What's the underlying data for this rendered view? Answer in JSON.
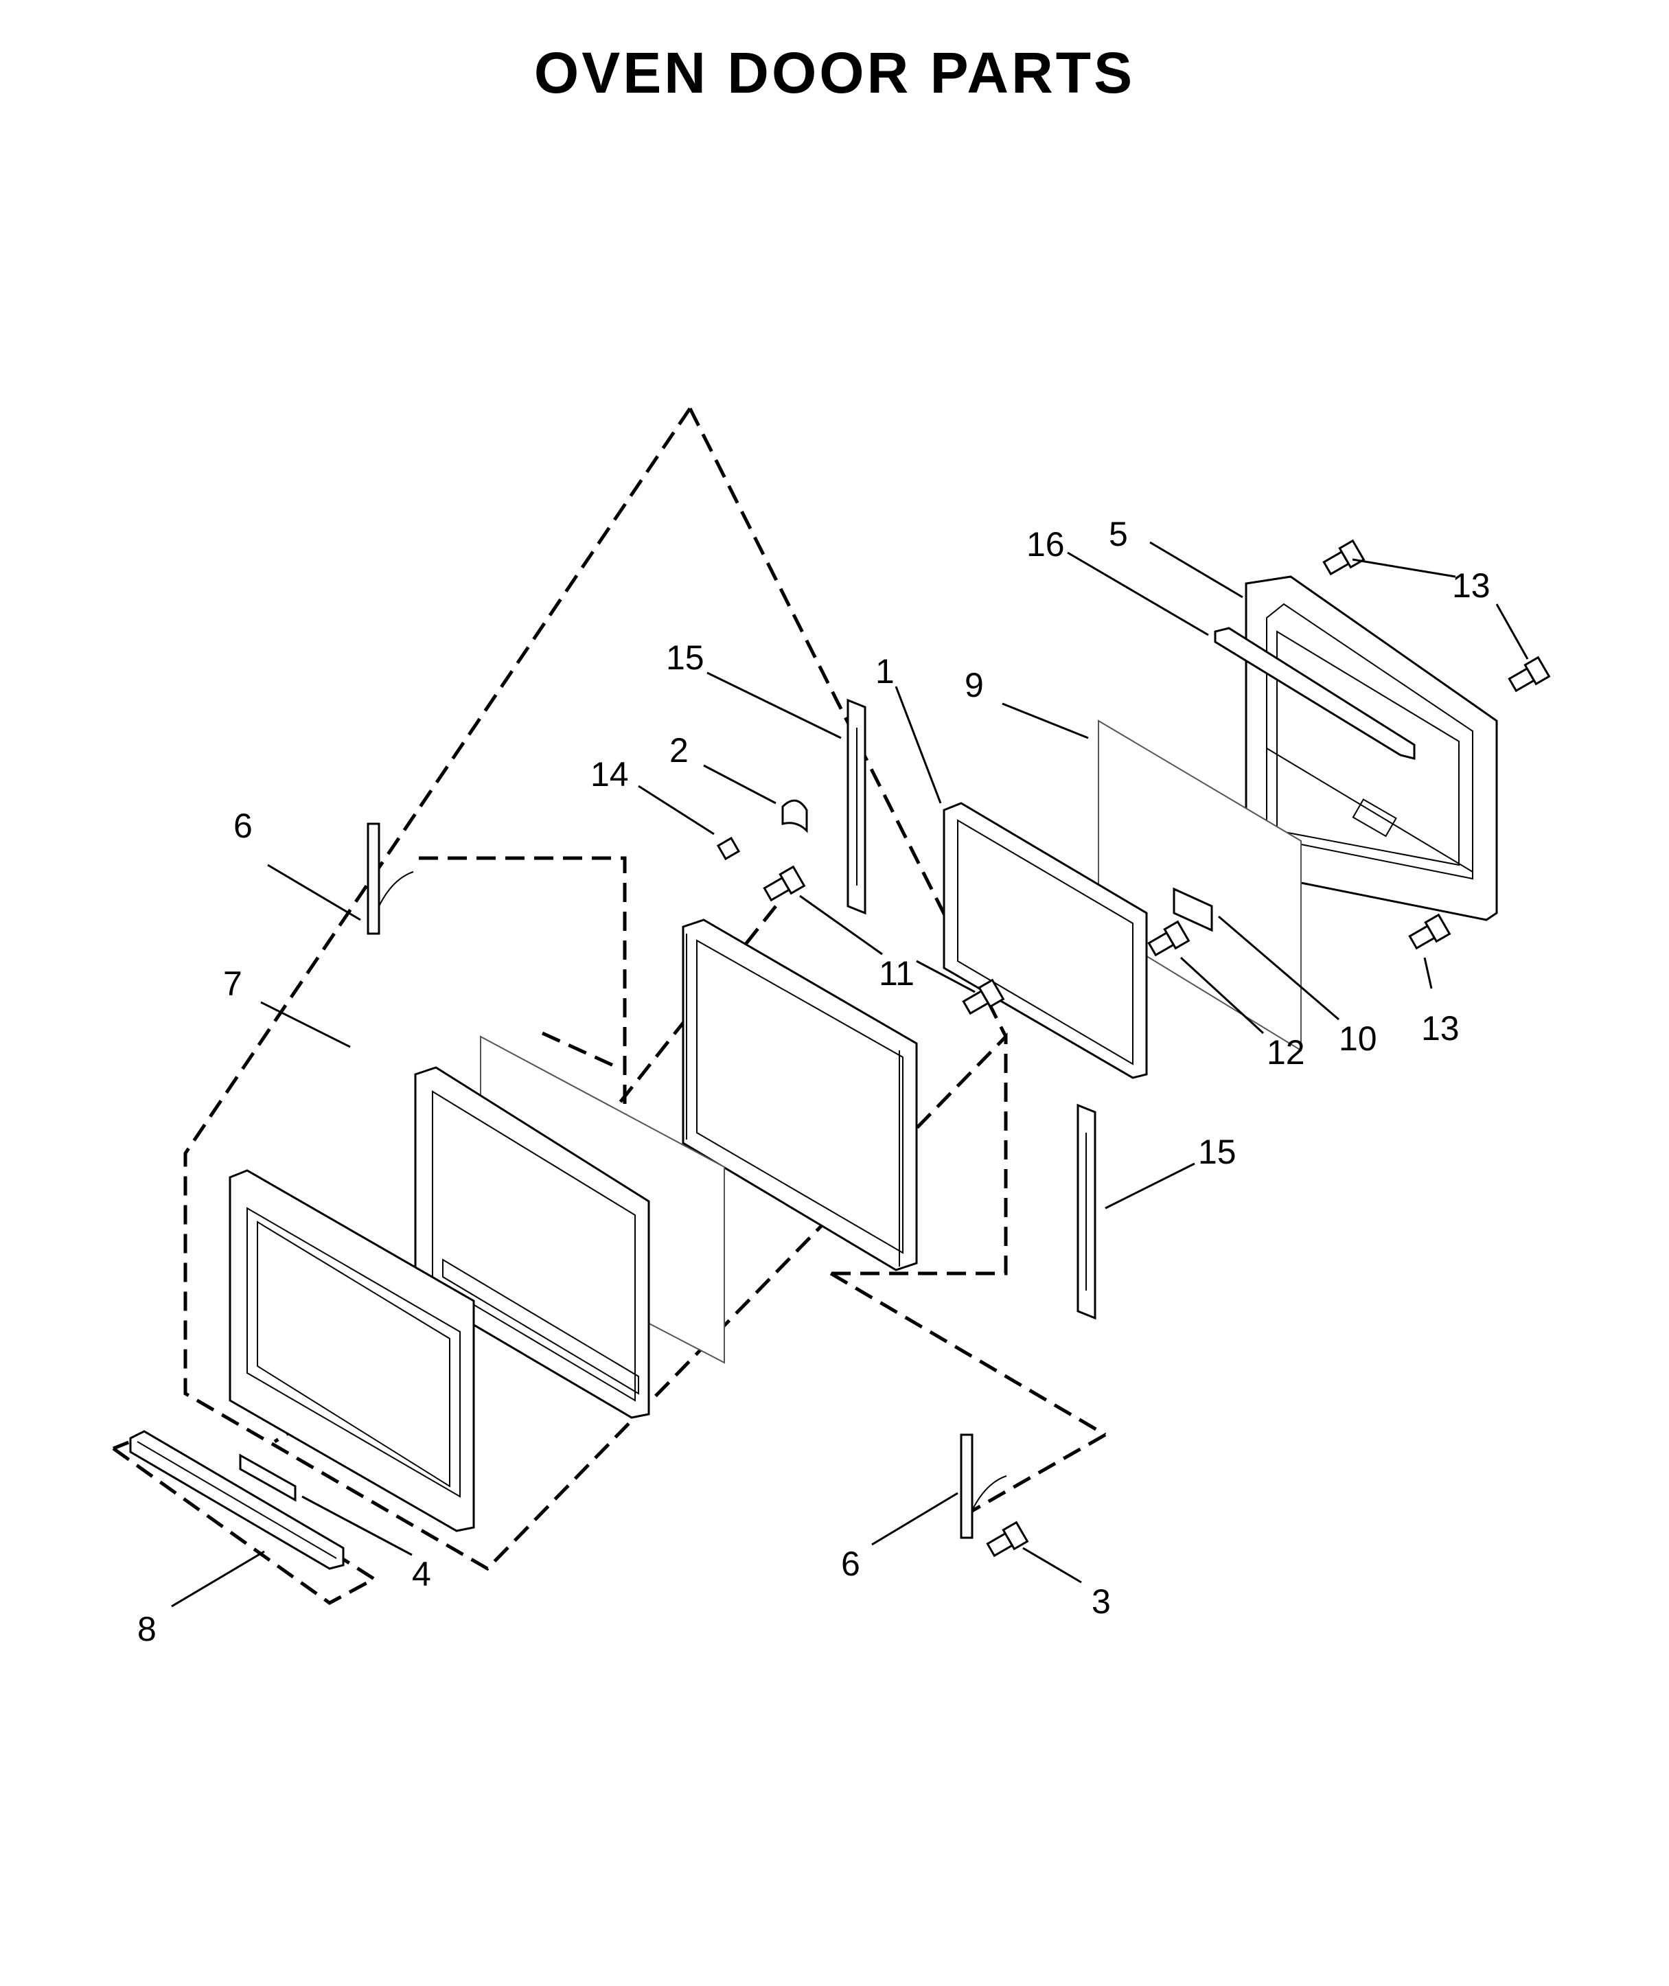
{
  "title": "OVEN DOOR PARTS",
  "callouts": [
    {
      "id": "c5",
      "text": "5"
    },
    {
      "id": "c16",
      "text": "16"
    },
    {
      "id": "c13a",
      "text": "13"
    },
    {
      "id": "c15a",
      "text": "15"
    },
    {
      "id": "c1",
      "text": "1"
    },
    {
      "id": "c9",
      "text": "9"
    },
    {
      "id": "c2",
      "text": "2"
    },
    {
      "id": "c14",
      "text": "14"
    },
    {
      "id": "c6a",
      "text": "6"
    },
    {
      "id": "c11",
      "text": "11"
    },
    {
      "id": "c7",
      "text": "7"
    },
    {
      "id": "c12",
      "text": "12"
    },
    {
      "id": "c10",
      "text": "10"
    },
    {
      "id": "c13b",
      "text": "13"
    },
    {
      "id": "c15b",
      "text": "15"
    },
    {
      "id": "c4",
      "text": "4"
    },
    {
      "id": "c8",
      "text": "8"
    },
    {
      "id": "c6b",
      "text": "6"
    },
    {
      "id": "c3",
      "text": "3"
    }
  ]
}
